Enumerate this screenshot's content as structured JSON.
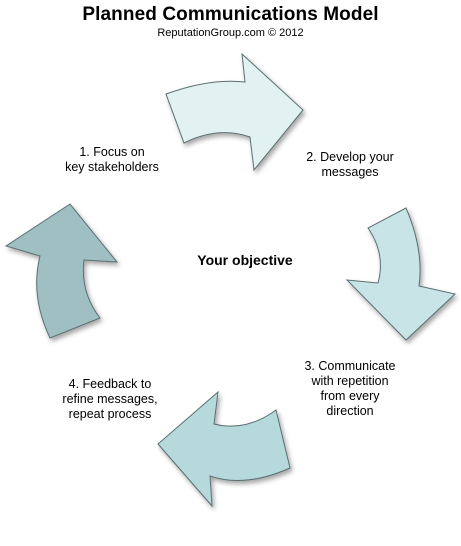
{
  "title": "Planned Communications Model",
  "credit": "ReputationGroup.com © 2012",
  "center": "Your objective",
  "steps": [
    {
      "lines": [
        "1. Focus on",
        "key stakeholders"
      ]
    },
    {
      "lines": [
        "2. Develop your",
        "messages"
      ]
    },
    {
      "lines": [
        "3. Communicate",
        "with repetition",
        "from every",
        "direction"
      ]
    },
    {
      "lines": [
        "4. Feedback to",
        "refine messages,",
        "repeat process"
      ]
    }
  ],
  "colors": {
    "arrow_top": "#e2f1f1",
    "arrow_right": "#c8e4e6",
    "arrow_bottom": "#b6d9dc",
    "arrow_left": "#9fbfc3",
    "arrow_stroke": "#5a6f72",
    "text": "#000000"
  }
}
